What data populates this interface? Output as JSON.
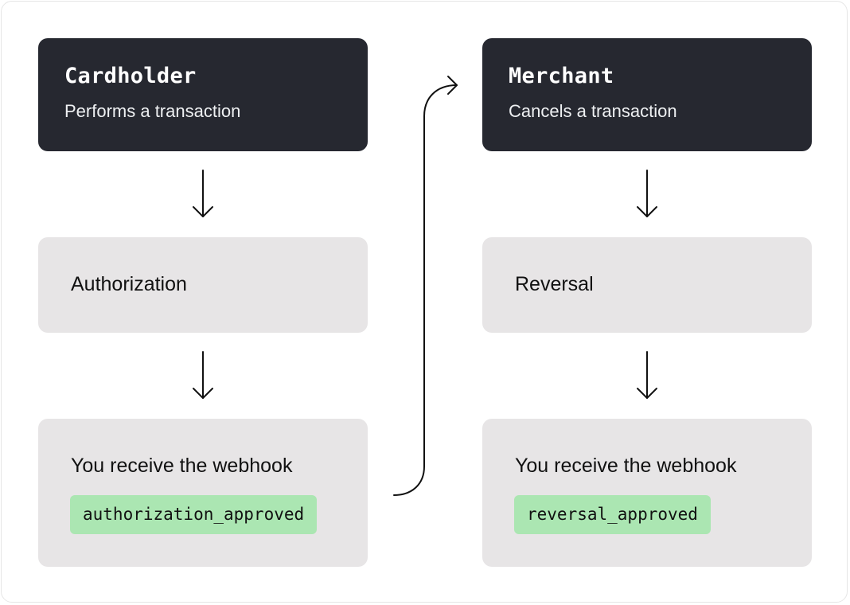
{
  "left_column": {
    "actor": {
      "title": "Cardholder",
      "subtitle": "Performs a transaction"
    },
    "step": {
      "label": "Authorization"
    },
    "result": {
      "label": "You receive the webhook",
      "webhook": "authorization_approved"
    }
  },
  "right_column": {
    "actor": {
      "title": "Merchant",
      "subtitle": "Cancels a transaction"
    },
    "step": {
      "label": "Reversal"
    },
    "result": {
      "label": "You receive the webhook",
      "webhook": "reversal_approved"
    }
  },
  "colors": {
    "actor_box": "#262830",
    "step_box": "#e7e5e6",
    "webhook_pill": "#abe6b2",
    "arrow": "#111111"
  },
  "connectors": [
    {
      "from": "cardholder",
      "to": "authorization",
      "icon": "arrow-down"
    },
    {
      "from": "authorization",
      "to": "authorization-webhook",
      "icon": "arrow-down"
    },
    {
      "from": "authorization-webhook",
      "to": "merchant",
      "icon": "curved-arrow"
    },
    {
      "from": "merchant",
      "to": "reversal",
      "icon": "arrow-down"
    },
    {
      "from": "reversal",
      "to": "reversal-webhook",
      "icon": "arrow-down"
    }
  ]
}
